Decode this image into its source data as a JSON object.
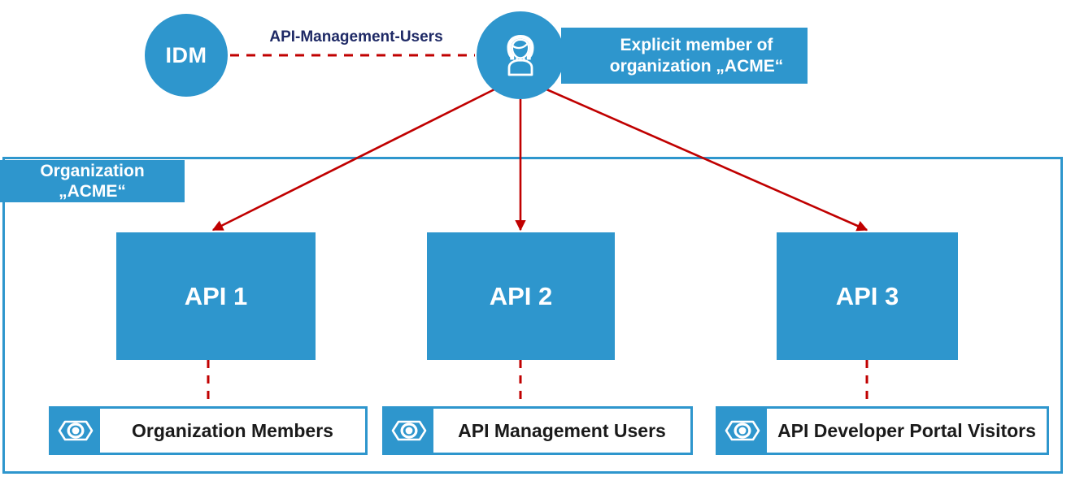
{
  "diagram": {
    "title": "API Management user access diagram",
    "colors": {
      "brand_blue": "#2E96CD",
      "label_navy": "#1F2A66",
      "edge_red": "#C00000",
      "chip_text": "#1A1A1A",
      "white": "#FFFFFF"
    }
  },
  "idm": {
    "label": "IDM",
    "icon": "circle-node"
  },
  "idm_link": {
    "label": "API-Management-Users",
    "style": "dashed",
    "color": "#C00000"
  },
  "person": {
    "icon": "female-user-icon",
    "banner_line1": "Explicit member of",
    "banner_line2": "organization „ACME“"
  },
  "organization": {
    "tab_line1": "Organization",
    "tab_line2": "„ACME“",
    "border_color": "#2E96CD"
  },
  "apis": [
    {
      "label": "API 1"
    },
    {
      "label": "API 2"
    },
    {
      "label": "API 3"
    }
  ],
  "roles": [
    {
      "label": "Organization Members",
      "icon": "eye-icon"
    },
    {
      "label": "API Management Users",
      "icon": "eye-icon"
    },
    {
      "label": "API Developer Portal Visitors",
      "icon": "eye-icon"
    }
  ],
  "edges": {
    "person_to_api": [
      {
        "from": "person",
        "to": "API 1",
        "style": "solid-arrow",
        "color": "#C00000"
      },
      {
        "from": "person",
        "to": "API 2",
        "style": "solid-arrow",
        "color": "#C00000"
      },
      {
        "from": "person",
        "to": "API 3",
        "style": "solid-arrow",
        "color": "#C00000"
      }
    ],
    "api_to_role": [
      {
        "from": "API 1",
        "to": "Organization Members",
        "style": "dashed",
        "color": "#C00000"
      },
      {
        "from": "API 2",
        "to": "API Management Users",
        "style": "dashed",
        "color": "#C00000"
      },
      {
        "from": "API 3",
        "to": "API Developer Portal Visitors",
        "style": "dashed",
        "color": "#C00000"
      }
    ]
  }
}
